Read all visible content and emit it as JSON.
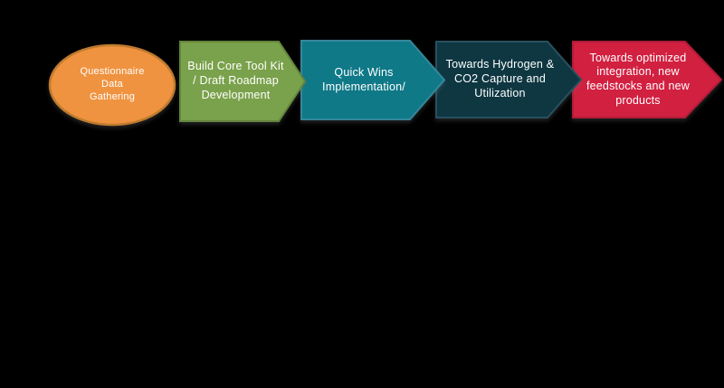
{
  "diagram": {
    "background": "#000000",
    "text_color": "#ffffff",
    "steps": [
      {
        "name": "questionnaire-data-gathering",
        "shape": "ellipse",
        "label": "Questionnaire\nData\nGathering",
        "fill": "#EF9340",
        "stroke": "#BF7A2E"
      },
      {
        "name": "build-core-tool-kit",
        "shape": "arrow",
        "label": "Build Core Tool Kit\n/ Draft Roadmap\nDevelopment",
        "fill": "#7AA14B",
        "stroke": "#64853C"
      },
      {
        "name": "quick-wins-implementation",
        "shape": "arrow",
        "label": "Quick Wins\nImplementation/",
        "fill": "#0F7987",
        "stroke": "#35879B"
      },
      {
        "name": "towards-hydrogen-co2-capture",
        "shape": "arrow",
        "label": "Towards Hydrogen &\nCO2 Capture and\nUtilization",
        "fill": "#0E3742",
        "stroke": "#28505F"
      },
      {
        "name": "towards-optimized-integration",
        "shape": "arrow",
        "label": "Towards optimized\nintegration, new\nfeedstocks and new\nproducts",
        "fill": "#D22040",
        "stroke": "#B01B38"
      }
    ]
  }
}
